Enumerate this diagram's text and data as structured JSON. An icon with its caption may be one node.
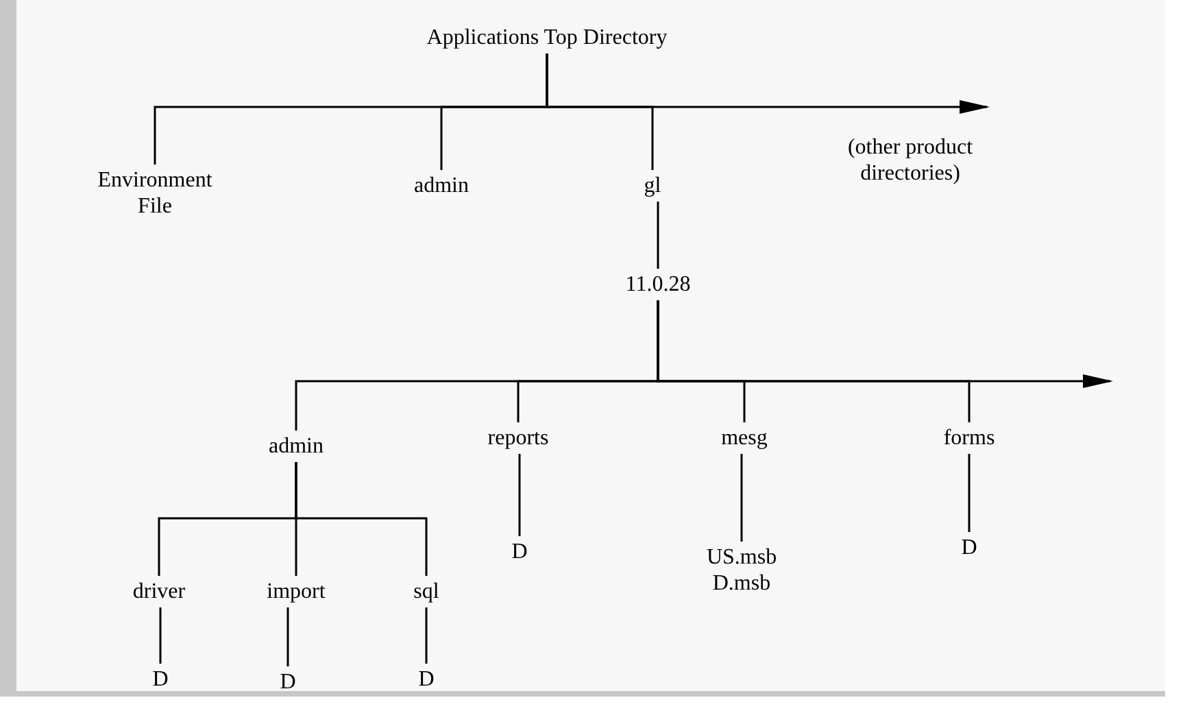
{
  "diagram": {
    "nodes": [
      {
        "text": [
          "Applications Top Directory"
        ]
      },
      {
        "text": [
          "Environment File"
        ]
      },
      {
        "text": [
          "admin"
        ]
      },
      {
        "text": [
          "gl"
        ]
      },
      {
        "text": [
          "11.0.28"
        ]
      },
      {
        "text": [
          "admin"
        ]
      },
      {
        "text": [
          "reports"
        ]
      },
      {
        "text": [
          "mesg"
        ]
      },
      {
        "text": [
          "forms"
        ]
      },
      {
        "text": [
          "driver"
        ]
      },
      {
        "text": [
          "import"
        ]
      },
      {
        "text": [
          "sql"
        ]
      },
      {
        "text": [
          "D"
        ]
      },
      {
        "text": [
          "US.msb D.msb"
        ]
      },
      {
        "text": [
          "D"
        ]
      },
      {
        "text": [
          "D"
        ]
      },
      {
        "text": [
          "D"
        ]
      },
      {
        "text": [
          "D"
        ]
      }
    ],
    "edges": [
      {
        "from": 0,
        "to": 1,
        "arrow": "none"
      },
      {
        "from": 0,
        "to": 2,
        "arrow": "none"
      },
      {
        "from": 0,
        "to": 3,
        "arrow": "none"
      },
      {
        "from": 0,
        "to": null,
        "arrow": "to"
      },
      {
        "from": 3,
        "to": 4,
        "arrow": "none"
      },
      {
        "from": 4,
        "to": 5,
        "arrow": "none"
      },
      {
        "from": 4,
        "to": 6,
        "arrow": "none"
      },
      {
        "from": 4,
        "to": 7,
        "arrow": "none"
      },
      {
        "from": 4,
        "to": 8,
        "arrow": "none"
      },
      {
        "from": 4,
        "to": null,
        "arrow": "to"
      },
      {
        "from": 5,
        "to": 9,
        "arrow": "none"
      },
      {
        "from": 5,
        "to": 10,
        "arrow": "none"
      },
      {
        "from": 5,
        "to": 11,
        "arrow": "none"
      },
      {
        "from": 6,
        "to": 12,
        "arrow": "none"
      },
      {
        "from": 7,
        "to": 13,
        "arrow": "none"
      },
      {
        "from": 8,
        "to": 14,
        "arrow": "none"
      },
      {
        "from": 9,
        "to": 15,
        "arrow": "none"
      },
      {
        "from": 10,
        "to": 16,
        "arrow": "none"
      },
      {
        "from": 11,
        "to": 17,
        "arrow": "none"
      }
    ],
    "labels": [
      "(other product directories)"
    ]
  }
}
